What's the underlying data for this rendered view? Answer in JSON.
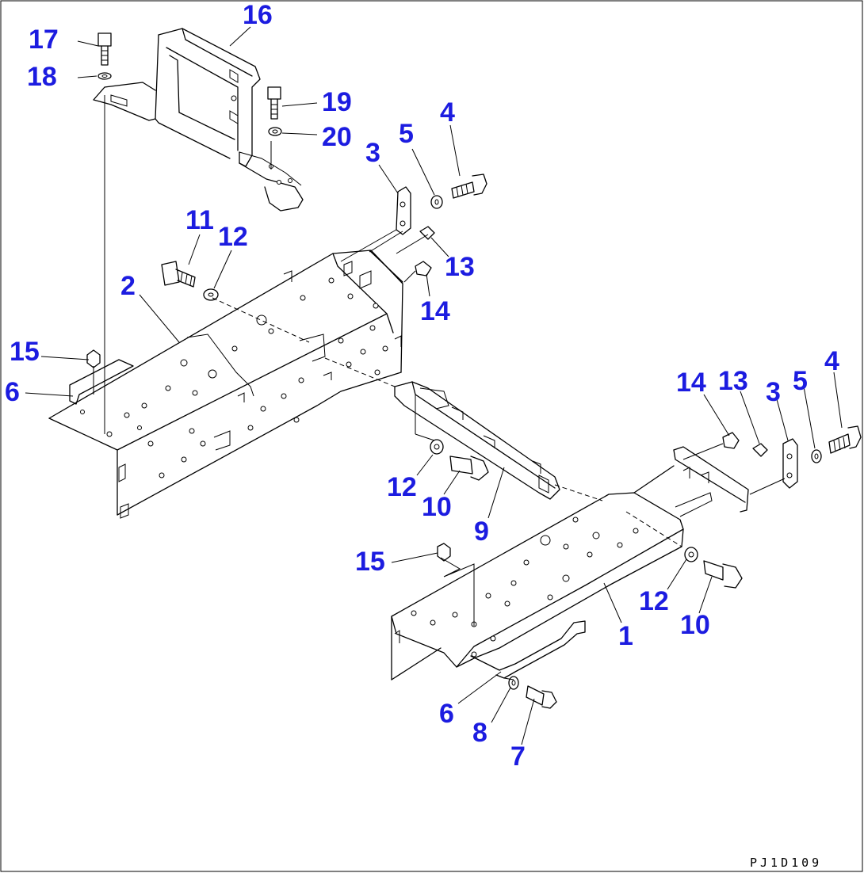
{
  "diagram": {
    "drawing_code": "PJ1D109",
    "callouts": [
      {
        "id": "c17",
        "label": "17"
      },
      {
        "id": "c16",
        "label": "16"
      },
      {
        "id": "c18",
        "label": "18"
      },
      {
        "id": "c19",
        "label": "19"
      },
      {
        "id": "c20",
        "label": "20"
      },
      {
        "id": "c4a",
        "label": "4"
      },
      {
        "id": "c5a",
        "label": "5"
      },
      {
        "id": "c3a",
        "label": "3"
      },
      {
        "id": "c11",
        "label": "11"
      },
      {
        "id": "c12a",
        "label": "12"
      },
      {
        "id": "c2",
        "label": "2"
      },
      {
        "id": "c13a",
        "label": "13"
      },
      {
        "id": "c14a",
        "label": "14"
      },
      {
        "id": "c15a",
        "label": "15"
      },
      {
        "id": "c6a",
        "label": "6"
      },
      {
        "id": "c14b",
        "label": "14"
      },
      {
        "id": "c13b",
        "label": "13"
      },
      {
        "id": "c3b",
        "label": "3"
      },
      {
        "id": "c5b",
        "label": "5"
      },
      {
        "id": "c4b",
        "label": "4"
      },
      {
        "id": "c12b",
        "label": "12"
      },
      {
        "id": "c10a",
        "label": "10"
      },
      {
        "id": "c9",
        "label": "9"
      },
      {
        "id": "c15b",
        "label": "15"
      },
      {
        "id": "c12c",
        "label": "12"
      },
      {
        "id": "c10b",
        "label": "10"
      },
      {
        "id": "c1",
        "label": "1"
      },
      {
        "id": "c6b",
        "label": "6"
      },
      {
        "id": "c8",
        "label": "8"
      },
      {
        "id": "c7",
        "label": "7"
      }
    ]
  }
}
